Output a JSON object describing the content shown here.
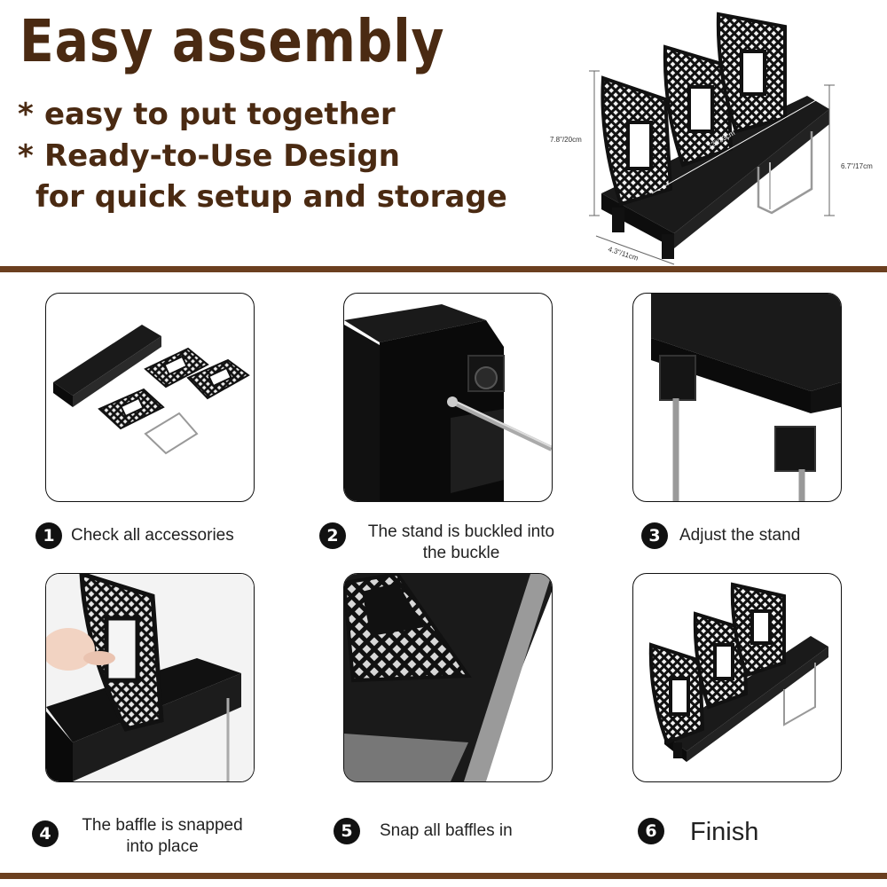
{
  "header": {
    "title": "Easy assembly",
    "features": [
      {
        "bullet": "*",
        "text": "easy to put together"
      },
      {
        "bullet": "*",
        "text": "Ready-to-Use Design"
      }
    ],
    "feature_continuation": "for quick setup and storage"
  },
  "dimensions": {
    "height": "7.8\"/20cm",
    "length": "13\"/33cm",
    "depth": "4.3\"/11cm",
    "stand_height": "6.7\"/17cm"
  },
  "steps": [
    {
      "number": "1",
      "caption": [
        "Check all accessories"
      ]
    },
    {
      "number": "2",
      "caption": [
        "The stand is buckled into",
        "the buckle"
      ]
    },
    {
      "number": "3",
      "caption": [
        "Adjust the stand"
      ]
    },
    {
      "number": "4",
      "caption": [
        "The baffle is snapped",
        "into place"
      ]
    },
    {
      "number": "5",
      "caption": [
        "Snap all baffles in"
      ]
    },
    {
      "number": "6",
      "caption": [
        "Finish"
      ]
    }
  ],
  "colors": {
    "brand_brown": "#4a2a12",
    "divider_brown": "#6b3f1f",
    "product_black": "#111111"
  }
}
